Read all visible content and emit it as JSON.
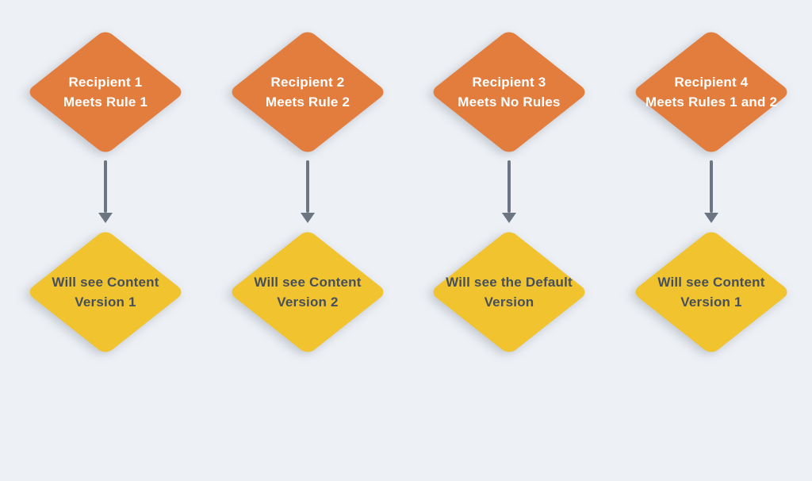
{
  "page": {
    "background": "#EDF0F4"
  },
  "diagram": {
    "colors": {
      "condition_fill": "#E27D3D",
      "condition_text": "#FFFFFF",
      "outcome_fill": "#F1C32E",
      "outcome_text": "#47505A",
      "arrow": "#6B7682"
    },
    "columns": [
      {
        "condition": {
          "line1": "Recipient 1",
          "line2": "Meets Rule 1"
        },
        "outcome": {
          "line1": "Will see Content",
          "line2": "Version 1"
        }
      },
      {
        "condition": {
          "line1": "Recipient 2",
          "line2": "Meets Rule 2"
        },
        "outcome": {
          "line1": "Will see Content",
          "line2": "Version 2"
        }
      },
      {
        "condition": {
          "line1": "Recipient 3",
          "line2": "Meets No Rules"
        },
        "outcome": {
          "line1": "Will see the Default",
          "line2": "Version"
        }
      },
      {
        "condition": {
          "line1": "Recipient 4",
          "line2": "Meets Rules 1 and 2"
        },
        "outcome": {
          "line1": "Will see Content",
          "line2": "Version 1"
        }
      }
    ]
  }
}
